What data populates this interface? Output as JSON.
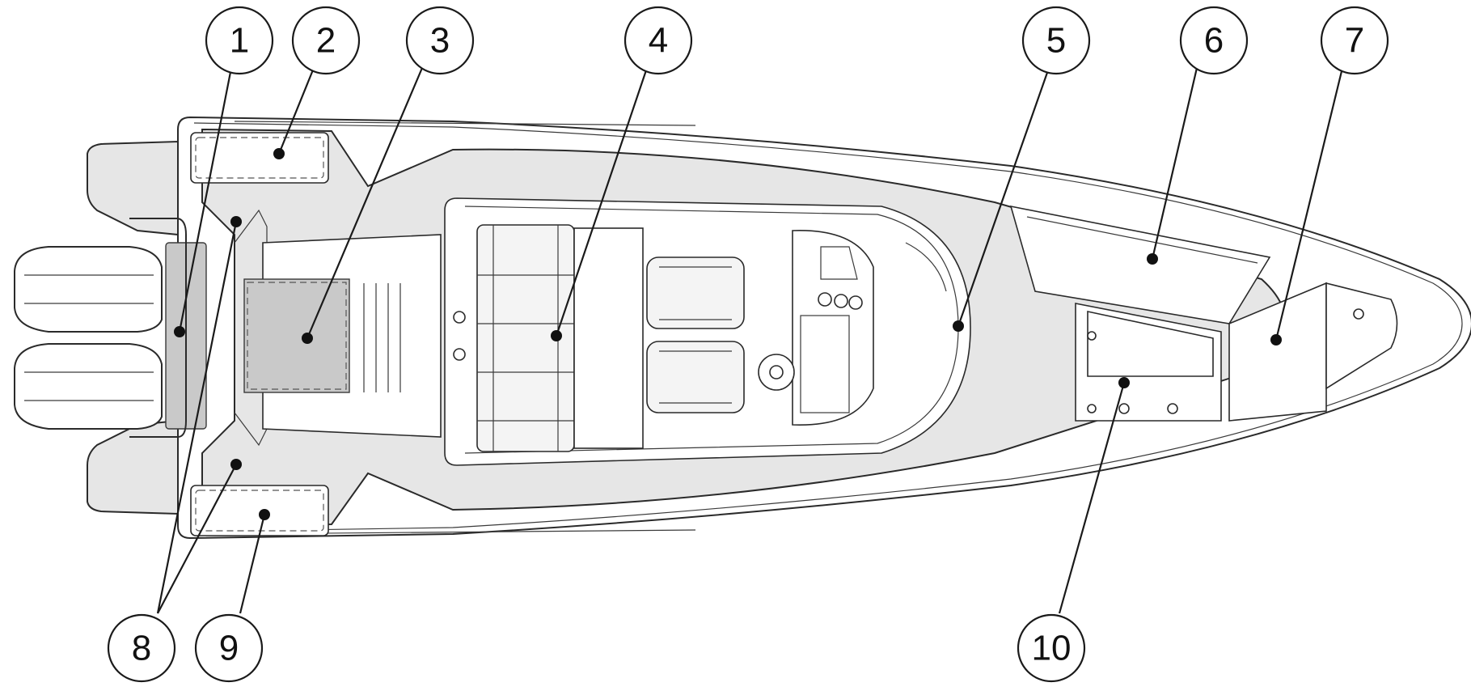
{
  "diagram": {
    "callouts": [
      {
        "label": "1"
      },
      {
        "label": "2"
      },
      {
        "label": "3"
      },
      {
        "label": "4"
      },
      {
        "label": "5"
      },
      {
        "label": "6"
      },
      {
        "label": "7"
      },
      {
        "label": "8"
      },
      {
        "label": "9"
      },
      {
        "label": "10"
      }
    ],
    "colors": {
      "deck": "#e6e6e6",
      "pad": "#c9c9c9",
      "line": "#2a2a2a",
      "background": "#ffffff"
    },
    "icons": [
      "boat-top-view",
      "outboard-engine-icon",
      "seat-icon"
    ]
  }
}
